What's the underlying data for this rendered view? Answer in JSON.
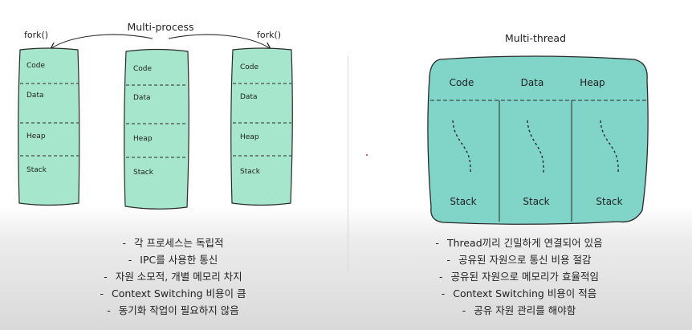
{
  "left": {
    "title": "Multi-process",
    "fork_left": "fork()",
    "fork_right": "fork()",
    "segments": [
      "Code",
      "Data",
      "Heap",
      "Stack"
    ],
    "bullets": [
      "각 프로세스는 독립적",
      "IPC를 사용한 통신",
      "자원 소모적, 개별 메모리 차지",
      "Context Switching 비용이 큼",
      "동기화 작업이 필요하지 않음"
    ]
  },
  "right": {
    "title": "Multi-thread",
    "shared": [
      "Code",
      "Data",
      "Heap"
    ],
    "stacks": [
      "Stack",
      "Stack",
      "Stack"
    ],
    "bullets": [
      "Thread끼리 긴밀하게 연결되어 있음",
      "공유된 자원으로 통신 비용 절감",
      "공유된 자원으로 메모리가 효율적임",
      "Context Switching 비용이 적음",
      "공유 자원 관리를 해야함"
    ]
  },
  "bullet_marker": "-",
  "colors": {
    "block_fill": "#a6e6cc",
    "thread_fill": "#80d4c8",
    "outline": "#2a2a2a"
  }
}
